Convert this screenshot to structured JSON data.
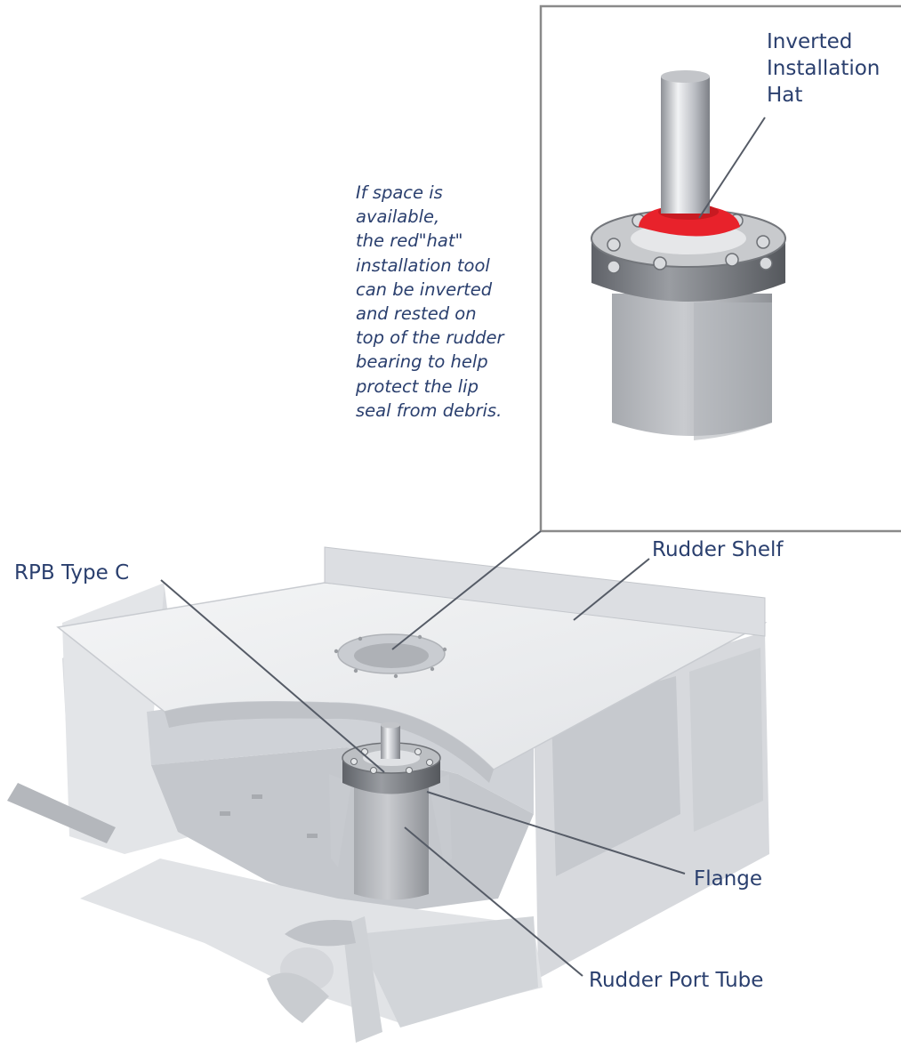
{
  "colors": {
    "label_text": "#2a3f6e",
    "leader": "#555b66",
    "hat_red": "#e8222b",
    "hull_light": "#e9ebee",
    "hull_mid": "#cfd2d7",
    "hull_dark": "#b9bdc4",
    "inset_border": "#8a8a8a"
  },
  "inset": {
    "label_lines": [
      "Inverted",
      "Installation",
      "Hat"
    ]
  },
  "note": {
    "lines": [
      "If space is",
      "available,",
      "the red\"hat\"",
      "installation tool",
      "can be inverted",
      "and rested on",
      "top of the rudder",
      "bearing to help",
      "protect the lip",
      "seal from debris."
    ]
  },
  "labels": {
    "rpb": "RPB Type C",
    "shelf": "Rudder Shelf",
    "flange": "Flange",
    "tube": "Rudder Port Tube"
  }
}
